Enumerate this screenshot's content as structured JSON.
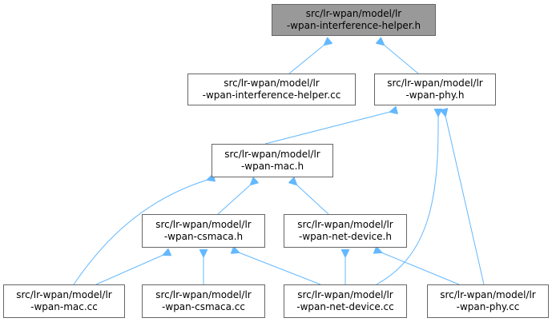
{
  "colors": {
    "edge": "#63b8ff",
    "node_border": "#666666",
    "current_fill": "#999999"
  },
  "nodes": {
    "interference_helper_h": {
      "line1": "src/lr-wpan/model/lr",
      "line2": "-wpan-interference-helper.h",
      "current": true
    },
    "interference_helper_cc": {
      "line1": "src/lr-wpan/model/lr",
      "line2": "-wpan-interference-helper.cc"
    },
    "phy_h": {
      "line1": "src/lr-wpan/model/lr",
      "line2": "-wpan-phy.h"
    },
    "mac_h": {
      "line1": "src/lr-wpan/model/lr",
      "line2": "-wpan-mac.h"
    },
    "csmaca_h": {
      "line1": "src/lr-wpan/model/lr",
      "line2": "-wpan-csmaca.h"
    },
    "net_device_h": {
      "line1": "src/lr-wpan/model/lr",
      "line2": "-wpan-net-device.h"
    },
    "mac_cc": {
      "line1": "src/lr-wpan/model/lr",
      "line2": "-wpan-mac.cc"
    },
    "csmaca_cc": {
      "line1": "src/lr-wpan/model/lr",
      "line2": "-wpan-csmaca.cc"
    },
    "net_device_cc": {
      "line1": "src/lr-wpan/model/lr",
      "line2": "-wpan-net-device.cc"
    },
    "phy_cc": {
      "line1": "src/lr-wpan/model/lr",
      "line2": "-wpan-phy.cc"
    }
  },
  "edges": [
    {
      "from": "interference_helper_cc",
      "to": "interference_helper_h"
    },
    {
      "from": "phy_h",
      "to": "interference_helper_h"
    },
    {
      "from": "mac_h",
      "to": "phy_h"
    },
    {
      "from": "net_device_cc",
      "to": "phy_h"
    },
    {
      "from": "phy_cc",
      "to": "phy_h"
    },
    {
      "from": "csmaca_h",
      "to": "mac_h"
    },
    {
      "from": "net_device_h",
      "to": "mac_h"
    },
    {
      "from": "mac_cc",
      "to": "mac_h"
    },
    {
      "from": "mac_cc",
      "to": "csmaca_h"
    },
    {
      "from": "csmaca_cc",
      "to": "csmaca_h"
    },
    {
      "from": "net_device_cc",
      "to": "csmaca_h"
    },
    {
      "from": "net_device_cc",
      "to": "net_device_h"
    },
    {
      "from": "phy_cc",
      "to": "net_device_h"
    }
  ]
}
